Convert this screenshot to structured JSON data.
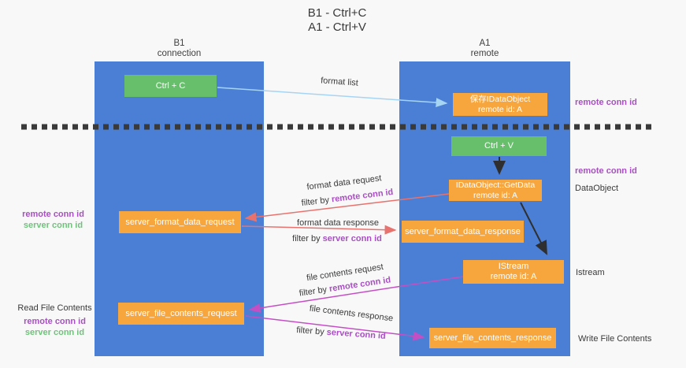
{
  "title": {
    "line1": "B1 - Ctrl+C",
    "line2": "A1 - Ctrl+V"
  },
  "columns": {
    "left": {
      "name": "B1",
      "role": "connection"
    },
    "right": {
      "name": "A1",
      "role": "remote"
    }
  },
  "nodes": {
    "ctrl_c": "Ctrl + C",
    "ctrl_v": "Ctrl + V",
    "save_dataobject": {
      "line1": "保存IDataObject",
      "line2": "remote id: A"
    },
    "getdata": {
      "line1": "IDataObject::GetData",
      "line2": "remote id: A"
    },
    "istream": {
      "line1": "IStream",
      "line2": "remote id: A"
    },
    "server_format_data_request": "server_format_data_request",
    "server_format_data_response": "server_format_data_response",
    "server_file_contents_request": "server_file_contents_request",
    "server_file_contents_response": "server_file_contents_response"
  },
  "edge_labels": {
    "format_list": "format list",
    "format_data_request": "format data request",
    "format_data_response": "format data response",
    "file_contents_request": "file contents request",
    "file_contents_response": "file contents response",
    "filter_by": "filter by ",
    "remote_conn_id": "remote conn id",
    "server_conn_id": "server conn id"
  },
  "annotations": {
    "remote_conn_id": "remote conn id",
    "server_conn_id": "server conn id",
    "read_file_contents": "Read File Contents",
    "data_object": "DataObject",
    "istream": "Istream",
    "write_file_contents": "Write File Contents"
  },
  "colors": {
    "column_blue": "#4a7fd5",
    "node_green": "#67bf6c",
    "node_orange": "#f7a63e",
    "arrow_red": "#e8736e",
    "arrow_magenta": "#c44fc4",
    "arrow_light_blue": "#a6d4f3",
    "arrow_black": "#2f2f2f",
    "text_purple": "#a94fc2",
    "text_green": "#71c27c"
  }
}
